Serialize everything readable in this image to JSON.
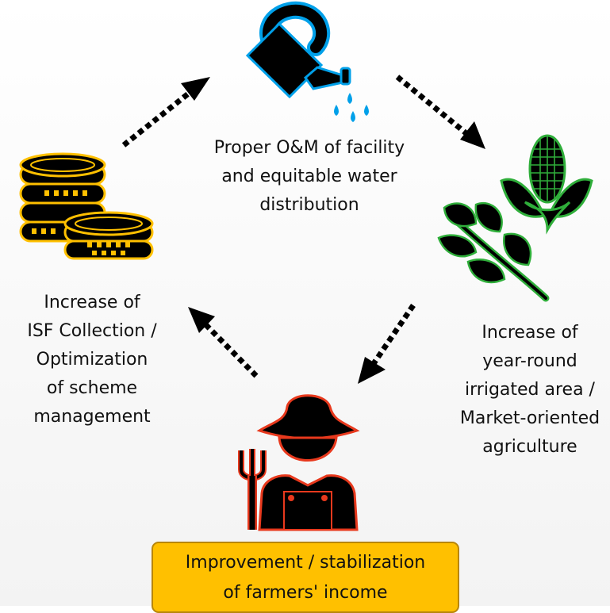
{
  "nodes": {
    "top": {
      "lines": [
        "Proper O&M of facility",
        "and equitable water",
        "distribution"
      ]
    },
    "right": {
      "lines": [
        "Increase of",
        "year-round",
        "irrigated area /",
        "Market-oriented",
        "agriculture"
      ]
    },
    "bottom": {
      "lines": [
        "Improvement / stabilization",
        "of farmers' income"
      ]
    },
    "left": {
      "lines": [
        "Increase of",
        "ISF Collection /",
        "Optimization",
        "of scheme",
        "management"
      ]
    }
  },
  "icons": {
    "top": "watering-can-icon",
    "right": "corn-and-leaves-icon",
    "bottom": "farmer-with-pitchfork-icon",
    "left": "coin-stacks-icon"
  },
  "colors": {
    "icon_fill": "#000000",
    "water_blue": "#00a0e9",
    "crop_green": "#2fae3a",
    "farmer_red": "#e8391d",
    "coin_yellow": "#ffc000",
    "box_fill": "#ffc000",
    "box_border": "#b8860b"
  }
}
